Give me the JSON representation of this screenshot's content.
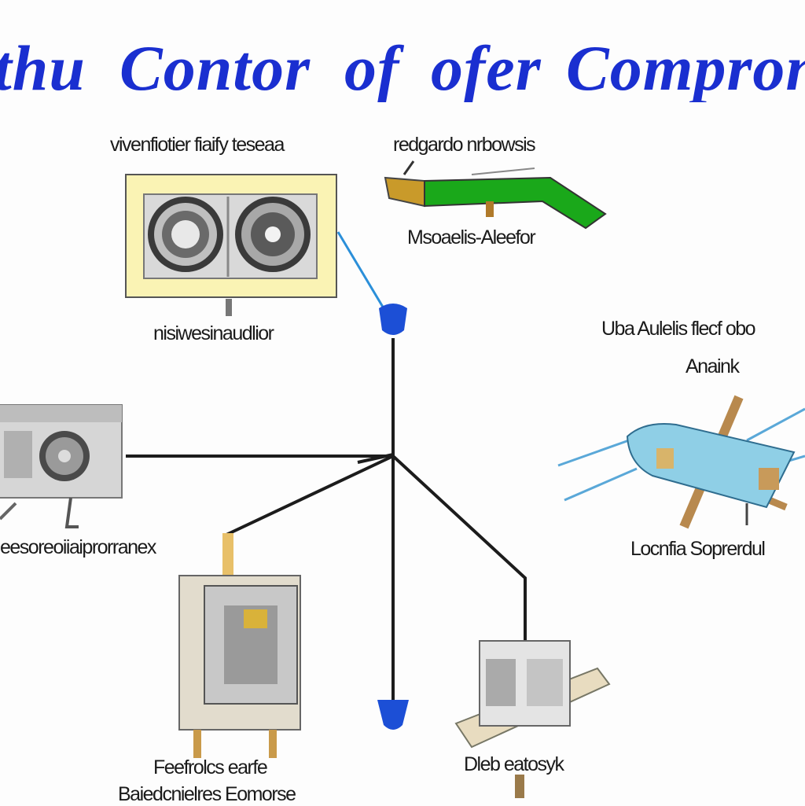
{
  "title": {
    "words": [
      "thu",
      "Contor",
      "of",
      "ofer",
      "Compron"
    ],
    "color": "#1a2fd0"
  },
  "labels": {
    "top_left_caption": "vivenfiotier fiaify teseaa",
    "top_right_caption": "redgardo nrbowsis",
    "pipe_caption": "Msoaelis-Aleefor",
    "panel_caption": "nisiwesinaudlior",
    "right_heading_line1": "Uba Aulelis flecf obo",
    "right_heading_line2": "Anaink",
    "left_caption": "eesoreoiiaiprorranex",
    "right_caption": "Locnfia Soprerdul",
    "bottom_left_line1": "Feefrolcs earfe",
    "bottom_left_line2": "Baiedcnielres Eomorse",
    "bottom_right_caption": "Dleb eatosyk"
  },
  "colors": {
    "line": "#1c1c1c",
    "panel_fill": "#faf3b4",
    "pipe_green": "#1aa81a",
    "drone_blue": "#8fcfe6",
    "connector_blue": "#1c4fd6",
    "wood": "#b8894e"
  }
}
